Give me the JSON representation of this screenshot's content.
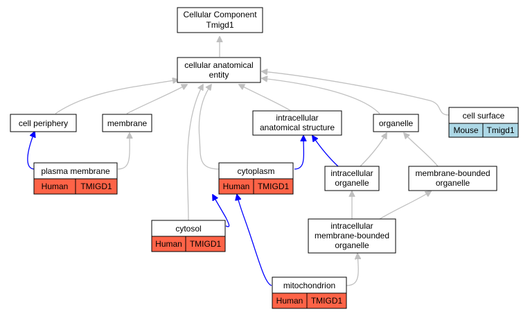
{
  "colors": {
    "human_species": "#ff6347",
    "mouse_species": "#add8e6",
    "gray_edge": "#c0c0c0",
    "blue_edge": "#0000ff"
  },
  "nodes": {
    "root": {
      "line1": "Cellular Component",
      "line2": "Tmigd1"
    },
    "cae": {
      "line1": "cellular anatomical",
      "line2": "entity"
    },
    "cell_periphery": {
      "label": "cell periphery"
    },
    "membrane": {
      "label": "membrane"
    },
    "ias": {
      "line1": "intracellular",
      "line2": "anatomical structure"
    },
    "organelle": {
      "label": "organelle"
    },
    "cell_surface": {
      "label": "cell surface",
      "species": "Mouse",
      "gene": "Tmigd1"
    },
    "plasma_membrane": {
      "label": "plasma membrane",
      "species": "Human",
      "gene": "TMIGD1"
    },
    "cytoplasm": {
      "label": "cytoplasm",
      "species": "Human",
      "gene": "TMIGD1"
    },
    "intracellular_organelle": {
      "line1": "intracellular",
      "line2": "organelle"
    },
    "membrane_bounded_organelle": {
      "line1": "membrane-bounded",
      "line2": "organelle"
    },
    "cytosol": {
      "label": "cytosol",
      "species": "Human",
      "gene": "TMIGD1"
    },
    "imbo": {
      "line1": "intracellular",
      "line2": "membrane-bounded",
      "line3": "organelle"
    },
    "mitochondrion": {
      "label": "mitochondrion",
      "species": "Human",
      "gene": "TMIGD1"
    }
  }
}
